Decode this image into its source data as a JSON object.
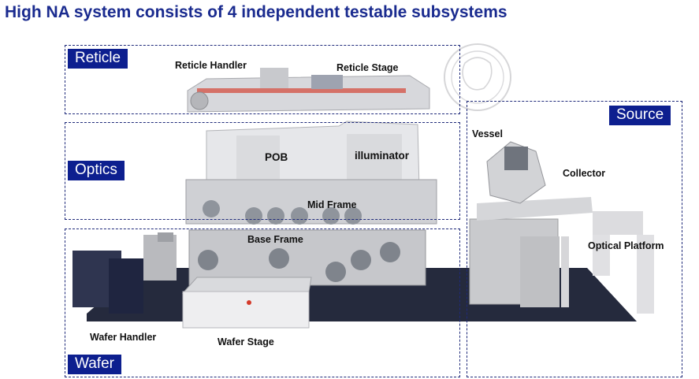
{
  "title": "High NA system consists of 4 independent testable subsystems",
  "subsystems": {
    "reticle": "Reticle",
    "optics": "Optics",
    "wafer": "Wafer",
    "source": "Source"
  },
  "labels": {
    "reticle_handler": "Reticle Handler",
    "reticle_stage": "Reticle Stage",
    "pob": "POB",
    "illuminator": "illuminator",
    "mid_frame": "Mid Frame",
    "base_frame": "Base Frame",
    "wafer_handler": "Wafer Handler",
    "wafer_stage": "Wafer Stage",
    "vessel": "Vessel",
    "collector": "Collector",
    "optical_platform": "Optical Platform"
  }
}
